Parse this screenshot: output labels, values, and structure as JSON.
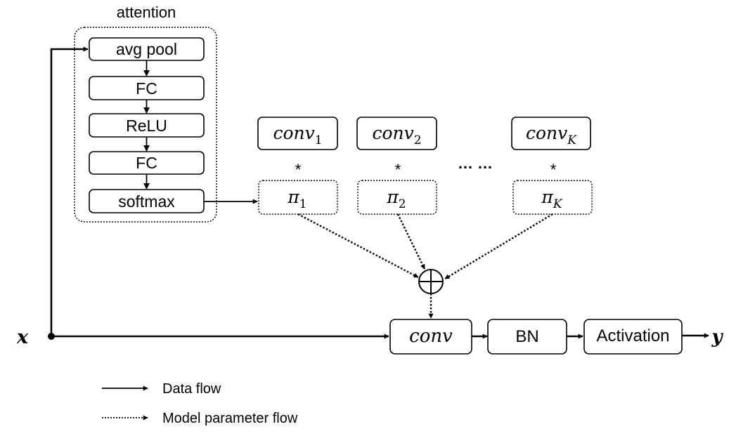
{
  "diagram": {
    "attention": {
      "title": "attention",
      "blocks": [
        "avg pool",
        "FC",
        "ReLU",
        "FC",
        "softmax"
      ]
    },
    "kernels": [
      {
        "base": "conv",
        "sub": "1"
      },
      {
        "base": "conv",
        "sub": "2"
      },
      {
        "base": "conv",
        "sub": "K"
      }
    ],
    "weights": [
      {
        "base": "π",
        "sub": "1"
      },
      {
        "base": "π",
        "sub": "2"
      },
      {
        "base": "π",
        "sub": "K"
      }
    ],
    "star": "*",
    "ellipsis": "… …",
    "sum_symbol": "⊕",
    "input_label": "x",
    "output_label": "y",
    "main_path": {
      "conv": "conv",
      "bn": "BN",
      "activation": "Activation"
    },
    "legend": {
      "data_flow": "Data flow",
      "param_flow": "Model parameter flow"
    }
  }
}
